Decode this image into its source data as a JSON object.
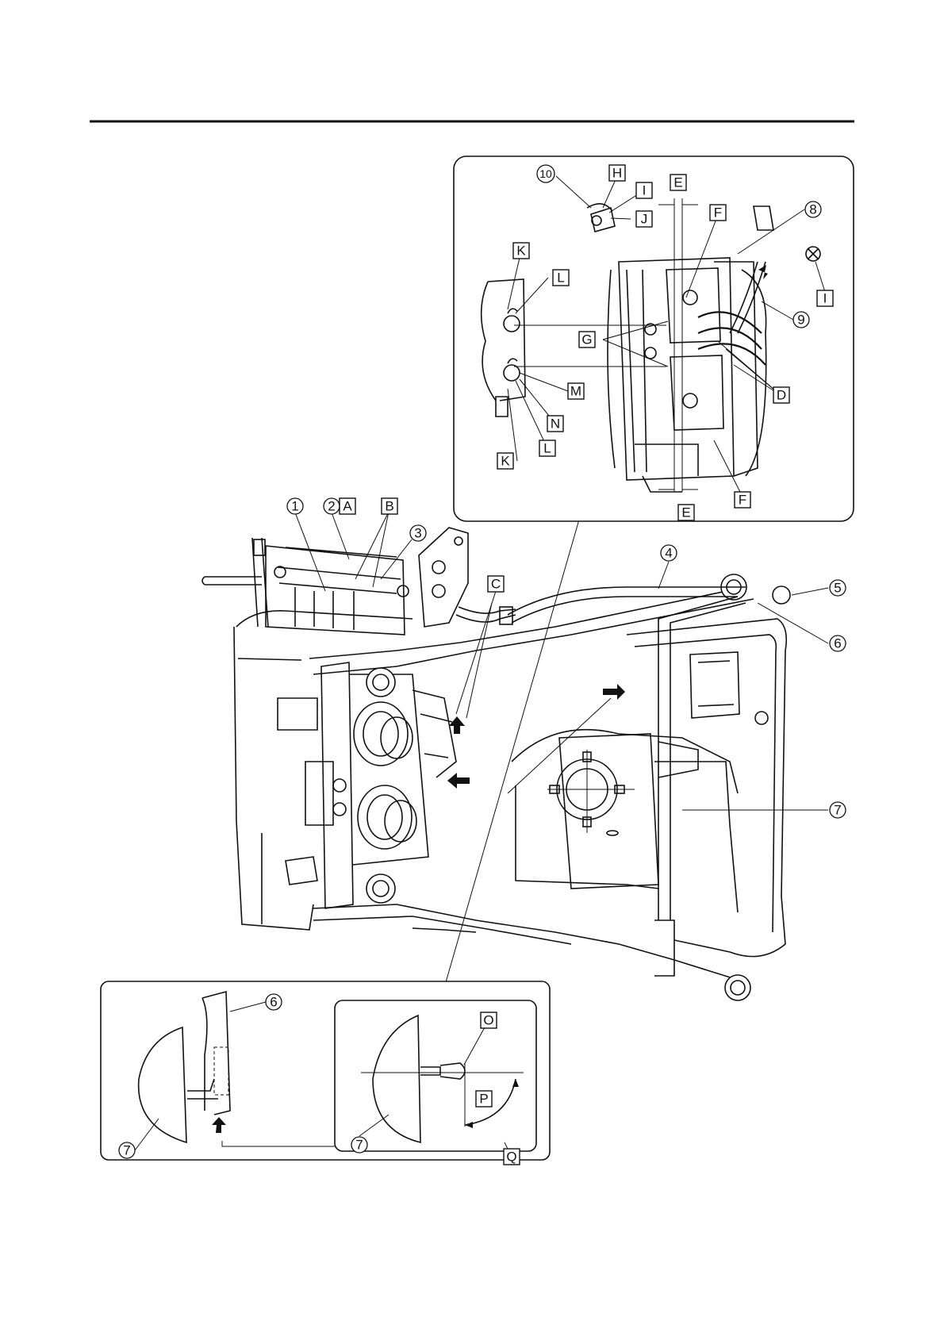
{
  "callouts": {
    "c1": "1",
    "c2": "2",
    "c3": "3",
    "c4": "4",
    "c5": "5",
    "c6": "6",
    "c7": "7",
    "c8": "8",
    "c9": "9",
    "c10": "10",
    "c6b": "6",
    "c7b": "7",
    "c7c": "7"
  },
  "letters": {
    "A": "A",
    "B": "B",
    "C": "C",
    "D": "D",
    "E_top": "E",
    "E_bot": "E",
    "F_top": "F",
    "F_bot": "F",
    "G": "G",
    "H": "H",
    "I_top": "I",
    "I_right": "I",
    "J": "J",
    "K_top": "K",
    "K_bot": "K",
    "L_top": "L",
    "L_bot": "L",
    "M": "M",
    "N": "N",
    "O": "O",
    "P": "P",
    "Q": "Q"
  }
}
